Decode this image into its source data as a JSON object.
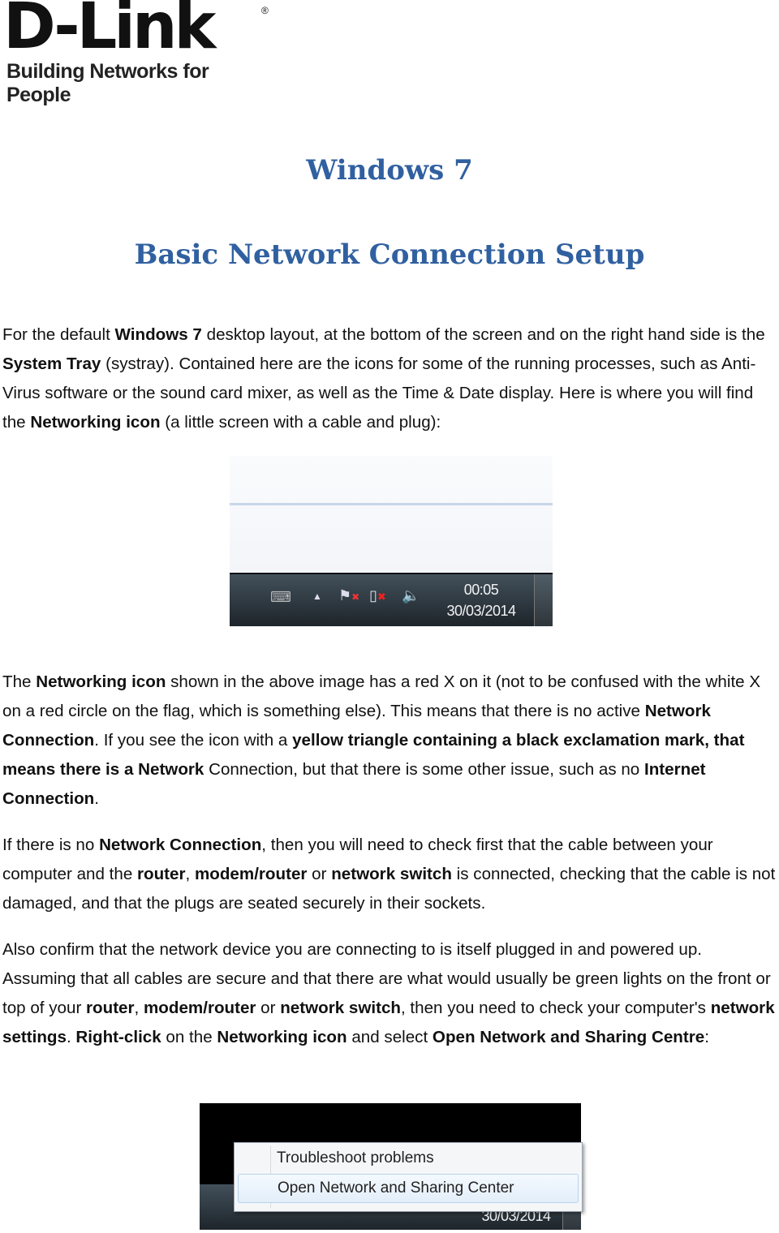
{
  "logo": {
    "brand": "D-Link",
    "registered": "®",
    "tagline": "Building Networks for People"
  },
  "title": "Windows 7",
  "subtitle": "Basic Network Connection Setup",
  "paragraphs": [
    [
      [
        "For the default ",
        0
      ],
      [
        "Windows 7",
        1
      ],
      [
        " desktop layout, at the bottom of the screen and on the right hand side is the ",
        0
      ],
      [
        "System Tray",
        1
      ],
      [
        " (systray). Contained here are the icons for some of the running processes, such as Anti-Virus software or the sound card mixer, as well as the Time & Date display. Here is where you will find the ",
        0
      ],
      [
        "Networking icon",
        1
      ],
      [
        " (a little screen with a cable and plug):",
        0
      ]
    ],
    [
      [
        "The ",
        0
      ],
      [
        "Networking icon",
        1
      ],
      [
        " shown in the above image has a red X on it (not to be confused with the white X on a red circle on the flag, which is something else). This means that there is no active ",
        0
      ],
      [
        "Network Connection",
        1
      ],
      [
        ". If you see the icon with a ",
        0
      ],
      [
        "yellow triangle containing a black exclamation mark, that means there is a Network",
        1
      ],
      [
        " Connection, but that there is some other issue, such as no ",
        0
      ],
      [
        "Internet Connection",
        1
      ],
      [
        ".",
        0
      ]
    ],
    [
      [
        "If there is no ",
        0
      ],
      [
        "Network Connection",
        1
      ],
      [
        ", then you will need to check first that the cable between your computer and the ",
        0
      ],
      [
        "router",
        1
      ],
      [
        ", ",
        0
      ],
      [
        "modem/router",
        1
      ],
      [
        " or ",
        0
      ],
      [
        "network switch",
        1
      ],
      [
        " is connected, checking that the cable is not damaged, and that the plugs are seated securely in their sockets.",
        0
      ]
    ],
    [
      [
        "Also confirm that the network device you are connecting to is itself plugged in and powered up. Assuming that all cables are secure and that there are what would usually be green lights on the front or top of your ",
        0
      ],
      [
        "router",
        1
      ],
      [
        ", ",
        0
      ],
      [
        "modem/router",
        1
      ],
      [
        " or ",
        0
      ],
      [
        "network switch",
        1
      ],
      [
        ", then you need to check your computer's ",
        0
      ],
      [
        "network settings",
        1
      ],
      [
        ". ",
        0
      ],
      [
        "Right-click",
        1
      ],
      [
        " on the ",
        0
      ],
      [
        "Networking icon",
        1
      ],
      [
        " and select ",
        0
      ],
      [
        "Open Network and Sharing Centre",
        1
      ],
      [
        ":",
        0
      ]
    ]
  ],
  "screenshot1": {
    "time": "00:05",
    "date": "30/03/2014",
    "icons": [
      "keyboard-icon",
      "show-hidden-icons-arrow",
      "action-center-flag-icon",
      "network-disconnected-icon",
      "volume-icon"
    ]
  },
  "screenshot2": {
    "menu_items": [
      "Troubleshoot problems",
      "Open Network and Sharing Center"
    ],
    "date": "30/03/2014"
  }
}
